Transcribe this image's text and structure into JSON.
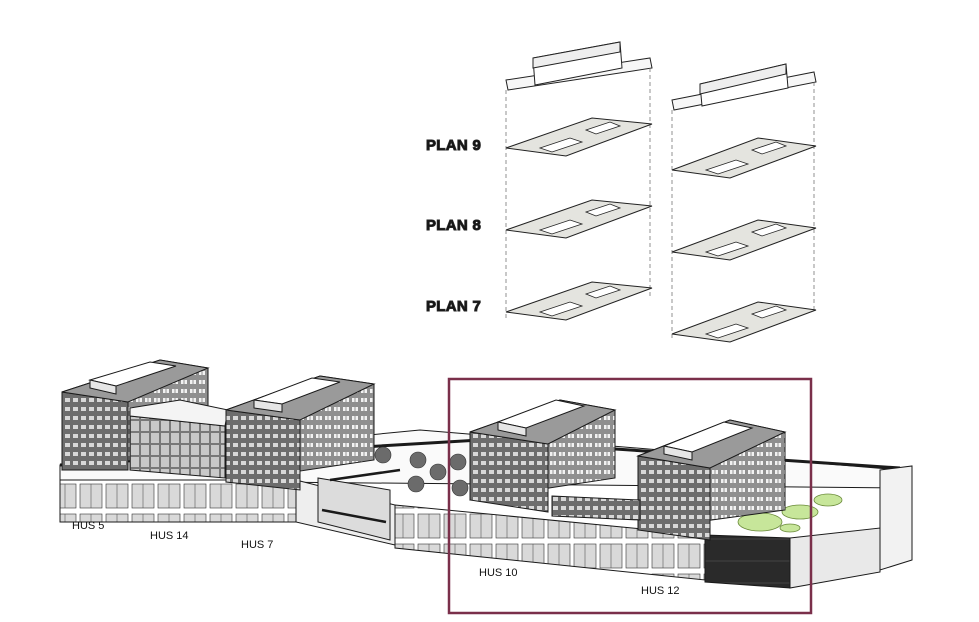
{
  "floor_plan_labels": [
    "PLAN 9",
    "PLAN 8",
    "PLAN 7"
  ],
  "building_labels": [
    "HUS 5",
    "HUS 14",
    "HUS 7",
    "HUS 10",
    "HUS 12"
  ],
  "highlight_color": "#7a2f4a"
}
